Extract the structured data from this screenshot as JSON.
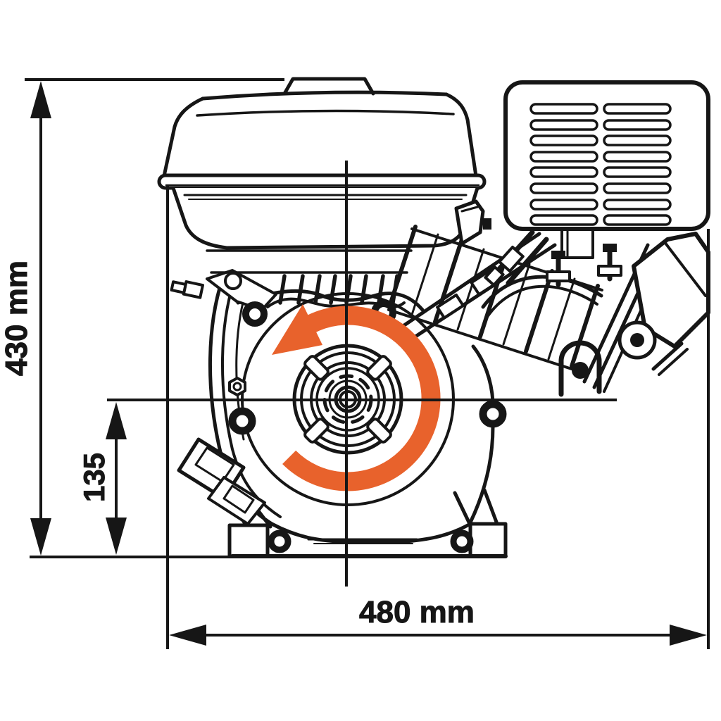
{
  "drawing": {
    "dimensions": {
      "overall_height": {
        "label": "430 mm",
        "value": 430,
        "unit": "mm"
      },
      "crankshaft_height": {
        "label": "135",
        "value": 135,
        "unit": "mm"
      },
      "overall_width": {
        "label": "480 mm",
        "value": 480,
        "unit": "mm"
      }
    },
    "colors": {
      "accent_orange": "#E8622C",
      "ink": "#161616",
      "background": "#FFFFFF"
    },
    "icons": {
      "rotation_arrow": "counterclockwise-rotation-arrow"
    }
  }
}
